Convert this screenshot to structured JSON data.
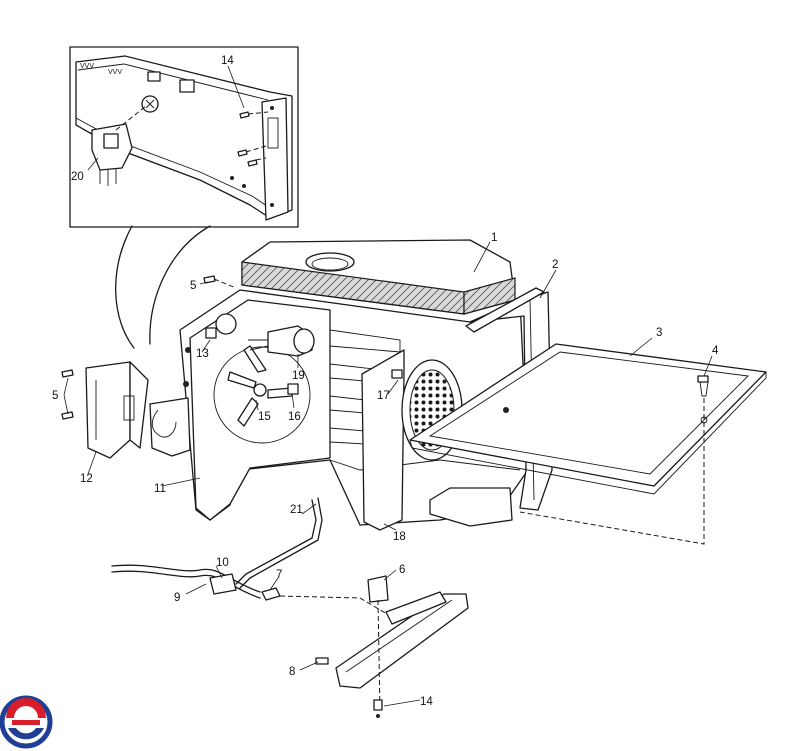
{
  "labels": {
    "l1": "1",
    "l2": "2",
    "l3": "3",
    "l4": "4",
    "l5a": "5",
    "l5b": "5",
    "l6": "6",
    "l7": "7",
    "l8": "8",
    "l9": "9",
    "l10": "10",
    "l11": "11",
    "l12": "12",
    "l13": "13",
    "l14a": "14",
    "l14b": "14",
    "l15": "15",
    "l16": "16",
    "l17": "17",
    "l18": "18",
    "l19": "19",
    "l20": "20",
    "l21": "21"
  },
  "colors": {
    "line": "#1a1a1a",
    "logo_red": "#d81e2a",
    "logo_blue": "#1f3f96"
  },
  "icons": {
    "logo": "brand-logo-icon"
  }
}
